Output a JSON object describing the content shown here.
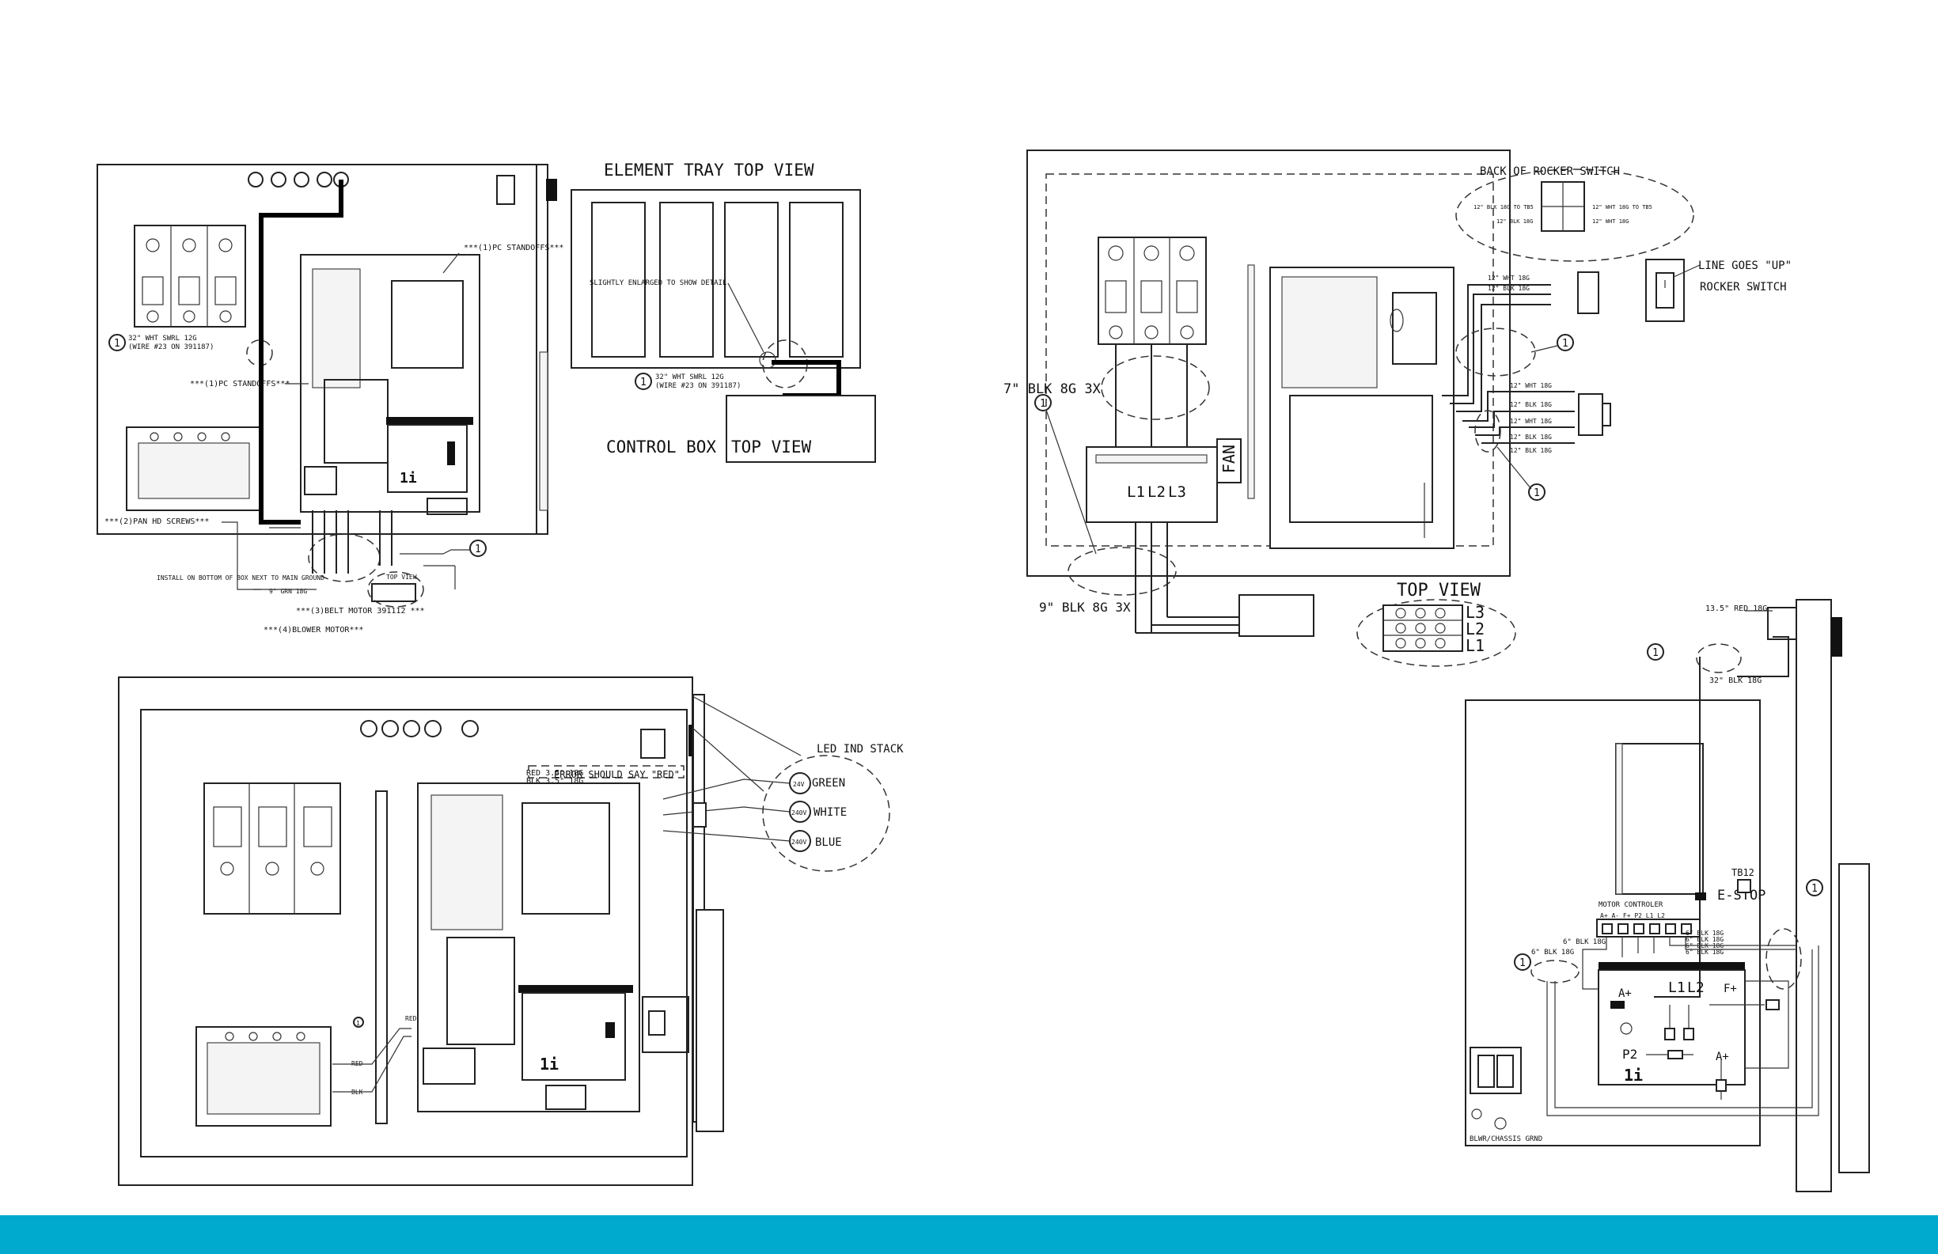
{
  "colors": {
    "footer": "#00A9CE",
    "line": "#222222",
    "background": "#FFFFFF"
  },
  "diagram1": {
    "title": "ELEMENT TRAY TOP VIEW",
    "detail_note": "SLIGHTLY ENLARGED TO SHOW DETAIL",
    "standoffs_top": "***(1)PC STANDOFFS***",
    "standoffs_mid": "***(1)PC STANDOFFS***",
    "wire_note_1_line1": "32\" WHT SWRL 12G",
    "wire_note_1_line2": "(WIRE #23 ON 391187)",
    "wire_note_2_line1": "32\" WHT SWRL 12G",
    "wire_note_2_line2": "(WIRE #23 ON 391187)",
    "control_box_label": "CONTROL BOX",
    "top_view_label": "TOP VIEW",
    "pan_hd_screws": "***(2)PAN HD SCREWS***",
    "install_note": "INSTALL ON BOTTOM OF BOX NEXT TO MAIN GROUND",
    "grn_wire": "9\" GRN 18G",
    "belt_motor": "***(3)BELT MOTOR 391112 ***",
    "blower_motor": "***(4)BLOWER MOTOR***",
    "small_top_view": "TOP VIEW",
    "callout": "1"
  },
  "diagram2": {
    "back_of_switch": "BACK OF ROCKER SWITCH",
    "blk_to_tb5": "12\" BLK 18G TO TB5",
    "wht_to_tb5": "12\" WHT 18G TO TB5",
    "blk_18g": "12\" BLK 18G",
    "wht_18g": "12\" WHT 18G",
    "line_goes_up": "LINE GOES \"UP\"",
    "rocker_switch": "ROCKER SWITCH",
    "seven_blk": "7\" BLK 8G 3X",
    "nine_blk": "9\" BLK 8G 3X",
    "fan": "FAN",
    "l1": "L1",
    "l2": "L2",
    "l3": "L3",
    "top_view": "TOP VIEW",
    "wire_labels": [
      "12\" WHT 18G",
      "12\" BLK 18G",
      "12\" WHT 18G",
      "12\" BLK 18G",
      "12\" WHT 18G",
      "12\" BLK 18G",
      "12\" BLK 18G"
    ],
    "callout": "1"
  },
  "diagram3": {
    "led_stack": "LED IND STACK",
    "error_note": "ERROR SHOULD SAY \"RED\"",
    "red_wire": "RED 3.5\" 18G",
    "blk_wire": "BLK 3.5\" 18G",
    "v24": "24V",
    "v240a": "240V",
    "v240b": "240V",
    "green": "GREEN",
    "white": "WHITE",
    "blue": "BLUE",
    "red_label": "RED",
    "blk_label": "BLK",
    "callout": "1"
  },
  "diagram4": {
    "red_wire": "13.5\" RED 18G",
    "blk_wire": "32\" BLK 18G",
    "estop": "E-STOP",
    "tb12": "TB12",
    "motor_controller": "MOTOR CONTROLER",
    "terminals": "A+  A-  F+  P2  L1  L2",
    "six_blk_a": "6\" BLK 18G",
    "six_blk_b": "6\" BLK 18G",
    "six_blk_list": [
      "6\" BLK 18G",
      "6\" BLK 18G",
      "6\" BLK 18G",
      "6\" BLK 18G"
    ],
    "a_plus": "A+",
    "f_plus": "F+",
    "l1": "L1",
    "l2": "L2",
    "p2": "P2",
    "a_plus2": "A+",
    "blwr": "BLWR/CHASSIS GRND",
    "callout": "1"
  }
}
